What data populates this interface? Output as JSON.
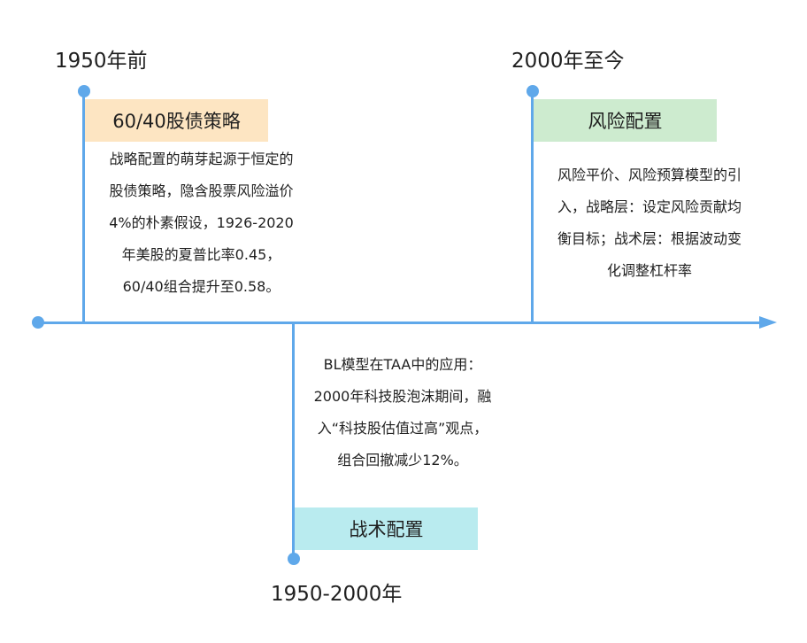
{
  "eras": {
    "early": "1950年前",
    "modern": "2000年至今",
    "middle": "1950-2000年"
  },
  "stages": {
    "strategic": "60/40股债策略",
    "risk": "风险配置",
    "tactical": "战术配置"
  },
  "descriptions": {
    "strategic": [
      "战略配置的萌芽起源于恒定的",
      "股债策略，隐含股票风险溢价",
      "4%的朴素假设，1926-2020",
      "年美股的夏普比率0.45，",
      "60/40组合提升至0.58。"
    ],
    "risk": [
      "风险平价、风险预算模型的引",
      "入，战略层：设定风险贡献均",
      "衡目标；战术层：根据波动变",
      "化调整杠杆率"
    ],
    "tactical": [
      "BL模型在TAA中的应用：",
      "2000年科技股泡沫期间，融",
      "入“科技股估值过高”观点，",
      "组合回撤减少12%。"
    ]
  },
  "colors": {
    "timeline": "#5fa8ea",
    "strategic_box": "#fde5c2",
    "risk_box": "#cdebcf",
    "tactical_box": "#b9ebef"
  }
}
